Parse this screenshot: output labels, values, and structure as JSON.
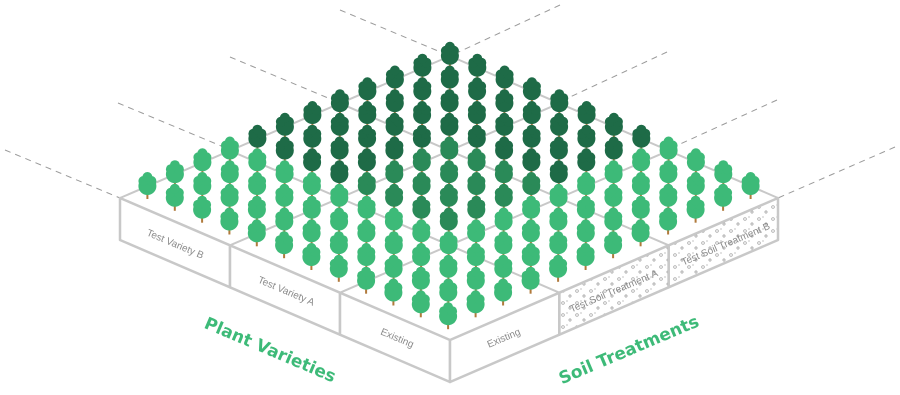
{
  "labels": {
    "left_axis": "Plant Varieties",
    "right_axis": "Soil Treatments"
  },
  "left_face": {
    "cells": [
      "Test Variety B",
      "Test Variety A",
      "Existing"
    ]
  },
  "right_face": {
    "cells": [
      "Existing",
      "Test Soil Treatment A",
      "Test Soil Treatment B"
    ]
  },
  "colors": {
    "dark_green": "#1e6b47",
    "mid_green": "#2a8a58",
    "light_green": "#3dba78",
    "trunk": "#b07a3c",
    "axis_label": "#3dba78",
    "border": "#c8c8c8",
    "stipple": "#9a9a9a",
    "grid_line": "#9a9a9a"
  },
  "icons": {
    "tree": "tree-icon",
    "treatment_texture": "soil-stipple-texture"
  }
}
